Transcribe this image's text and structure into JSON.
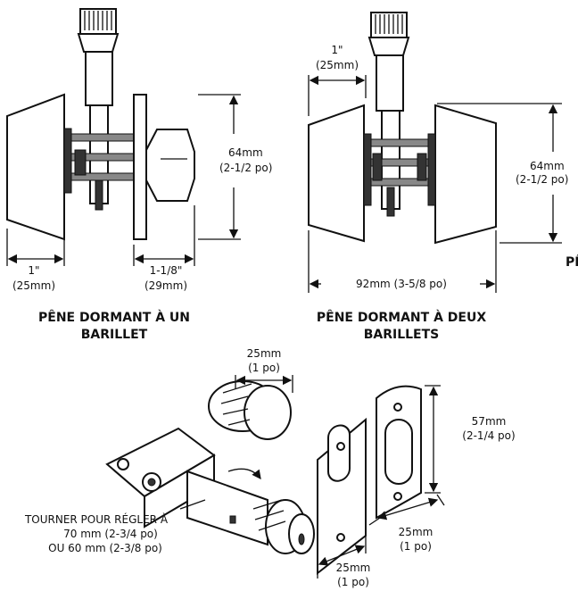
{
  "single_cylinder": {
    "title_line1": "PÊNE DORMANT À UN",
    "title_line2": "BARILLET",
    "width_imperial": "1\"",
    "width_metric": "(25mm)",
    "height_metric": "64mm",
    "height_imperial": "(2-1/2 po)",
    "thumb_width_imperial": "1-1/8\"",
    "thumb_width_metric": "(29mm)"
  },
  "double_cylinder": {
    "title_line1": "PÊNE DORMANT À DEUX",
    "title_line2": "BARILLETS",
    "width_imperial": "1\"",
    "width_metric": "(25mm)",
    "height_metric": "64mm",
    "height_imperial": "(2-1/2 po)",
    "overall_width": "92mm (3-5/8 po)",
    "cut_off_label": "PÊ"
  },
  "latch": {
    "bore_metric": "25mm",
    "bore_imperial": "(1 po)",
    "plate_height_metric": "57mm",
    "plate_height_imperial": "(2-1/4 po)",
    "plate_width_metric": "25mm",
    "plate_width_imperial": "(1 po)",
    "edge_width_metric": "25mm",
    "edge_width_imperial": "(1 po)",
    "adjust_line1": "TOURNER POUR RÉGLER À",
    "adjust_line2": "70 mm (2-3/4 po)",
    "adjust_line3": "OU 60 mm (2-3/8 po)"
  }
}
